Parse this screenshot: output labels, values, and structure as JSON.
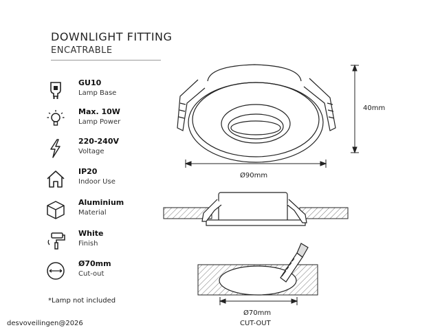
{
  "header": {
    "title": "DOWNLIGHT FITTING",
    "subtitle": "ENCATRABLE"
  },
  "specs": [
    {
      "icon": "gu10-bulb-icon",
      "value": "GU10",
      "label": "Lamp Base"
    },
    {
      "icon": "light-bulb-icon",
      "value": "Max. 10W",
      "label": "Lamp Power"
    },
    {
      "icon": "lightning-icon",
      "value": "220-240V",
      "label": "Voltage"
    },
    {
      "icon": "house-icon",
      "value": "IP20",
      "label": "Indoor Use"
    },
    {
      "icon": "cube-icon",
      "value": "Aluminium",
      "label": "Material"
    },
    {
      "icon": "paint-roller-icon",
      "value": "White",
      "label": "Finish"
    },
    {
      "icon": "diameter-icon",
      "value": "Ø70mm",
      "label": "Cut-out"
    }
  ],
  "note": "*Lamp not included",
  "watermark": "desvoveilingen@2026",
  "dimensions": {
    "height": "40mm",
    "diameter": "Ø90mm",
    "cutout_diameter": "Ø70mm",
    "cutout_label": "CUT-OUT"
  }
}
